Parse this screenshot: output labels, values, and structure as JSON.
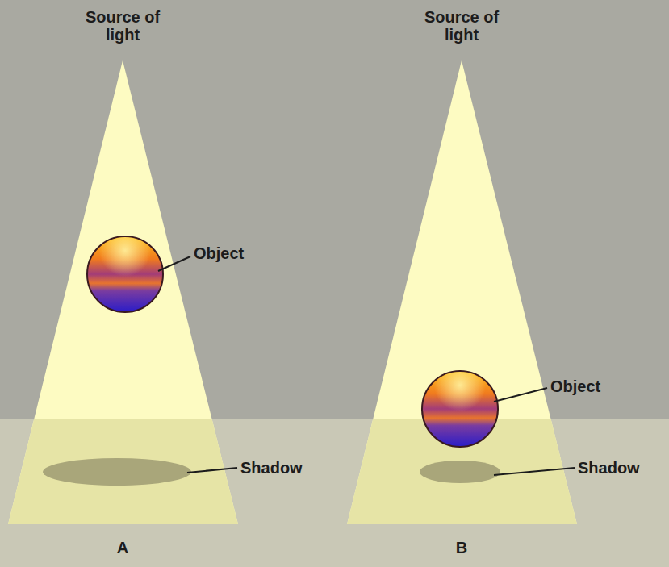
{
  "diagram": {
    "labels": [
      "Source of light",
      "Object",
      "Shadow",
      "A",
      "Source of light",
      "Object",
      "Shadow",
      "B"
    ]
  }
}
